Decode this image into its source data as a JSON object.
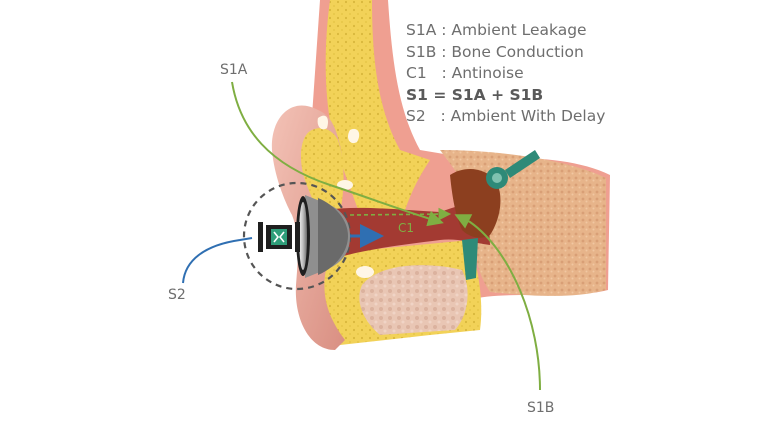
{
  "legend": [
    {
      "text": "S1A : Ambient Leakage",
      "bold": false
    },
    {
      "text": "S1B : Bone Conduction",
      "bold": false
    },
    {
      "text": "C1   : Antinoise",
      "bold": false
    },
    {
      "text": "S1 = S1A + S1B",
      "bold": true
    },
    {
      "text": "S2   : Ambient With Delay",
      "bold": false
    }
  ],
  "callouts": {
    "s1a": "S1A",
    "s1b": "S1B",
    "s2": "S2",
    "c1": "C1"
  },
  "colors": {
    "green_arrow": "#7fae42",
    "blue_arrow": "#2f6fb2",
    "skin": "#e8a89a",
    "fat_yellow": "#f2d258",
    "bone": "#e4b38a",
    "canal": "#a33a32",
    "dashed_circle": "#555555",
    "earbud_gray": "#8a8a8a",
    "chip_teal": "#1f8a7a"
  },
  "icons": [
    "earbud-icon",
    "chip-icon"
  ]
}
